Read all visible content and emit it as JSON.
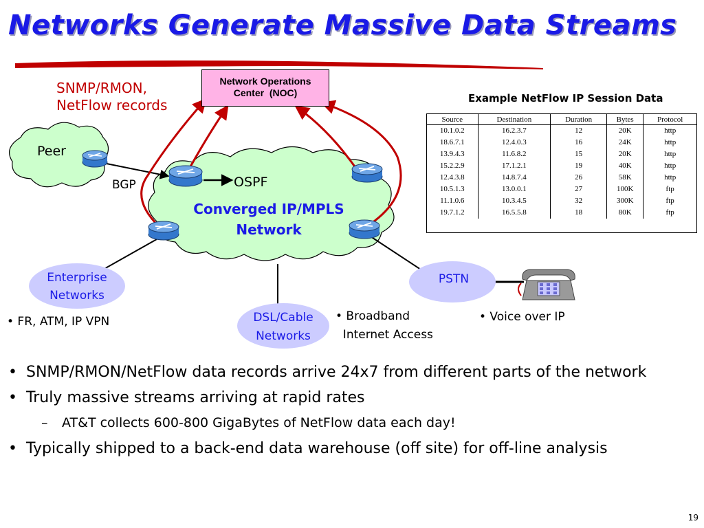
{
  "slide": {
    "title": "Networks Generate Massive Data Streams",
    "page_number": "19"
  },
  "diagram": {
    "snmp_label_line1": "SNMP/RMON,",
    "snmp_label_line2": "NetFlow records",
    "noc_line1": "Network Operations",
    "noc_line2": "Center  (NOC)",
    "peer_label": "Peer",
    "bgp_label": "BGP",
    "ospf_label": "OSPF",
    "core_line1": "Converged IP/MPLS",
    "core_line2": "Network",
    "enterprise_line1": "Enterprise",
    "enterprise_line2": "Networks",
    "dsl_line1": "DSL/Cable",
    "dsl_line2": "Networks",
    "pstn_label": "PSTN",
    "note_fr": "• FR, ATM, IP VPN",
    "note_broadband_line1": "• Broadband",
    "note_broadband_line2": "  Internet Access",
    "note_voip": "• Voice over IP",
    "colors": {
      "title_blue": "#1a1ae6",
      "red_label": "#c00000",
      "cloud_green": "#ccffcc",
      "cloud_lavender": "#ccccff",
      "noc_pink": "#ffb3e6",
      "router_blue": "#3377cc"
    }
  },
  "netflow_table": {
    "title": "Example NetFlow IP Session Data",
    "columns": [
      "Source",
      "Destination",
      "Duration",
      "Bytes",
      "Protocol"
    ],
    "rows": [
      [
        "10.1.0.2",
        "16.2.3.7",
        "12",
        "20K",
        "http"
      ],
      [
        "18.6.7.1",
        "12.4.0.3",
        "16",
        "24K",
        "http"
      ],
      [
        "13.9.4.3",
        "11.6.8.2",
        "15",
        "20K",
        "http"
      ],
      [
        "15.2.2.9",
        "17.1.2.1",
        "19",
        "40K",
        "http"
      ],
      [
        "12.4.3.8",
        "14.8.7.4",
        "26",
        "58K",
        "http"
      ],
      [
        "10.5.1.3",
        "13.0.0.1",
        "27",
        "100K",
        "ftp"
      ],
      [
        "11.1.0.6",
        "10.3.4.5",
        "32",
        "300K",
        "ftp"
      ],
      [
        "19.7.1.2",
        "16.5.5.8",
        "18",
        "80K",
        "ftp"
      ]
    ]
  },
  "bullets": [
    {
      "text": "SNMP/RMON/NetFlow data records arrive 24x7 from different parts of the network",
      "sub": []
    },
    {
      "text": "Truly massive streams arriving at rapid rates",
      "sub": [
        "AT&T collects 600-800 GigaBytes of NetFlow data each day!"
      ]
    },
    {
      "text": "Typically shipped to a back-end data warehouse (off site) for off-line analysis",
      "sub": []
    }
  ]
}
